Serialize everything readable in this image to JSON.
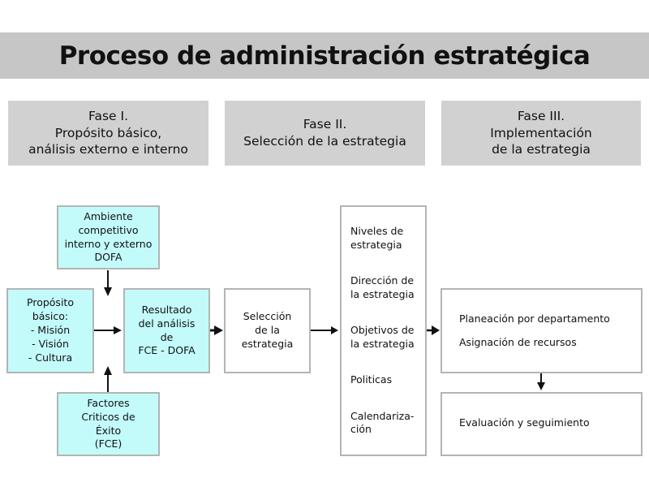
{
  "title": "Proceso de administración estratégica",
  "phases": [
    {
      "label": "Fase I.\nPropósito básico,\nanálisis externo e interno"
    },
    {
      "label": "Fase II.\nSelección de la estrategia"
    },
    {
      "label": "Fase III.\nImplementación\nde la estrategia"
    }
  ],
  "boxes": {
    "ambiente": "Ambiente\ncompetitivo\ninterno y externo\nDOFA",
    "proposito": "Propósito\nbásico:\n- Misión\n- Visión\n- Cultura",
    "resultado": "Resultado\ndel análisis\nde\nFCE - DOFA",
    "factores": "Factores\nCriticos de\nÉxito\n(FCE)",
    "seleccion": "Selección\nde la\nestrategia",
    "list_items": [
      "Niveles de\nestrategia",
      "Dirección de\nla estrategia",
      "Objetivos de\nla estrategia",
      "Politicas",
      "Calendariza-\nción"
    ],
    "implementacion": [
      "Planeación por departamento",
      "Asignación de recursos"
    ],
    "evaluacion": "Evaluación y seguimiento"
  },
  "colors": {
    "cyan": "#c3fbfb",
    "gray": "#c6c6c6"
  }
}
